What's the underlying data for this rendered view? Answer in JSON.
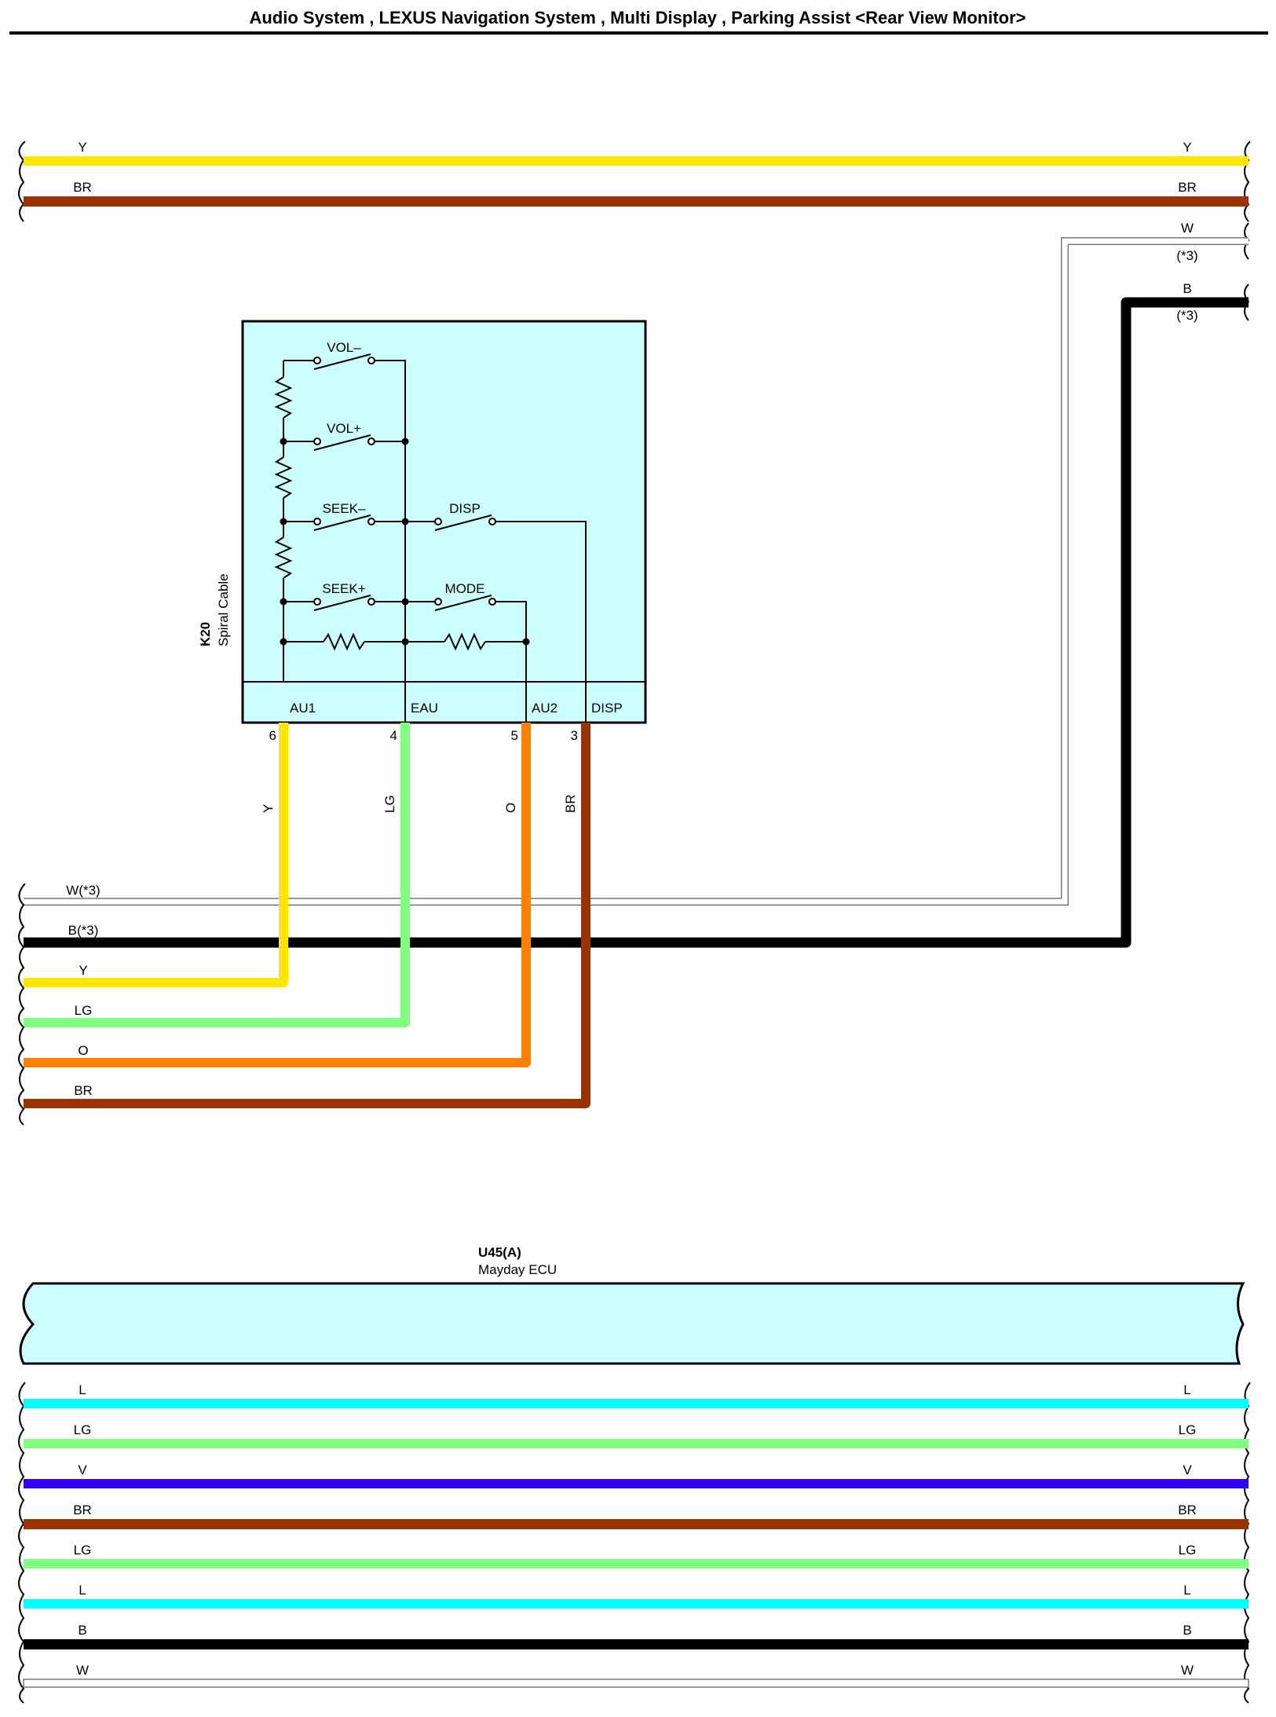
{
  "title": "Audio System , LEXUS Navigation System , Multi Display , Parking Assist <Rear View Monitor>",
  "colors": {
    "Y": "#ffe600",
    "BR": "#993300",
    "W": "#ffffff",
    "B": "#000000",
    "LG": "#80ff80",
    "O": "#ff8000",
    "L": "#00ffff",
    "V": "#3300ff",
    "component_fill": "#ccffff"
  },
  "top_wires": [
    {
      "left_label": "Y",
      "right_label": "Y",
      "color": "Y"
    },
    {
      "left_label": "BR",
      "right_label": "BR",
      "color": "BR"
    }
  ],
  "right_wires": [
    {
      "label": "W",
      "note": "(*3)",
      "color": "W"
    },
    {
      "label": "B",
      "note": "(*3)",
      "color": "B"
    }
  ],
  "component_k20": {
    "code": "K20",
    "name": "Spiral Cable",
    "switches": [
      "VOL–",
      "VOL+",
      "SEEK–",
      "SEEK+",
      "DISP",
      "MODE"
    ],
    "terminals": [
      {
        "name": "AU1",
        "pin": "6",
        "wire": "Y"
      },
      {
        "name": "EAU",
        "pin": "4",
        "wire": "LG"
      },
      {
        "name": "AU2",
        "pin": "5",
        "wire": "O"
      },
      {
        "name": "DISP",
        "pin": "3",
        "wire": "BR"
      }
    ]
  },
  "left_wires": [
    {
      "label": "W(*3)",
      "color": "W"
    },
    {
      "label": "B(*3)",
      "color": "B"
    },
    {
      "label": "Y",
      "color": "Y"
    },
    {
      "label": "LG",
      "color": "LG"
    },
    {
      "label": "O",
      "color": "O"
    },
    {
      "label": "BR",
      "color": "BR"
    }
  ],
  "component_u45": {
    "code": "U45(A)",
    "name": "Mayday ECU"
  },
  "bottom_wires": [
    {
      "left_label": "L",
      "right_label": "L",
      "color": "L"
    },
    {
      "left_label": "LG",
      "right_label": "LG",
      "color": "LG"
    },
    {
      "left_label": "V",
      "right_label": "V",
      "color": "V"
    },
    {
      "left_label": "BR",
      "right_label": "BR",
      "color": "BR"
    },
    {
      "left_label": "LG",
      "right_label": "LG",
      "color": "LG"
    },
    {
      "left_label": "L",
      "right_label": "L",
      "color": "L"
    },
    {
      "left_label": "B",
      "right_label": "B",
      "color": "B"
    },
    {
      "left_label": "W",
      "right_label": "W",
      "color": "W"
    }
  ]
}
